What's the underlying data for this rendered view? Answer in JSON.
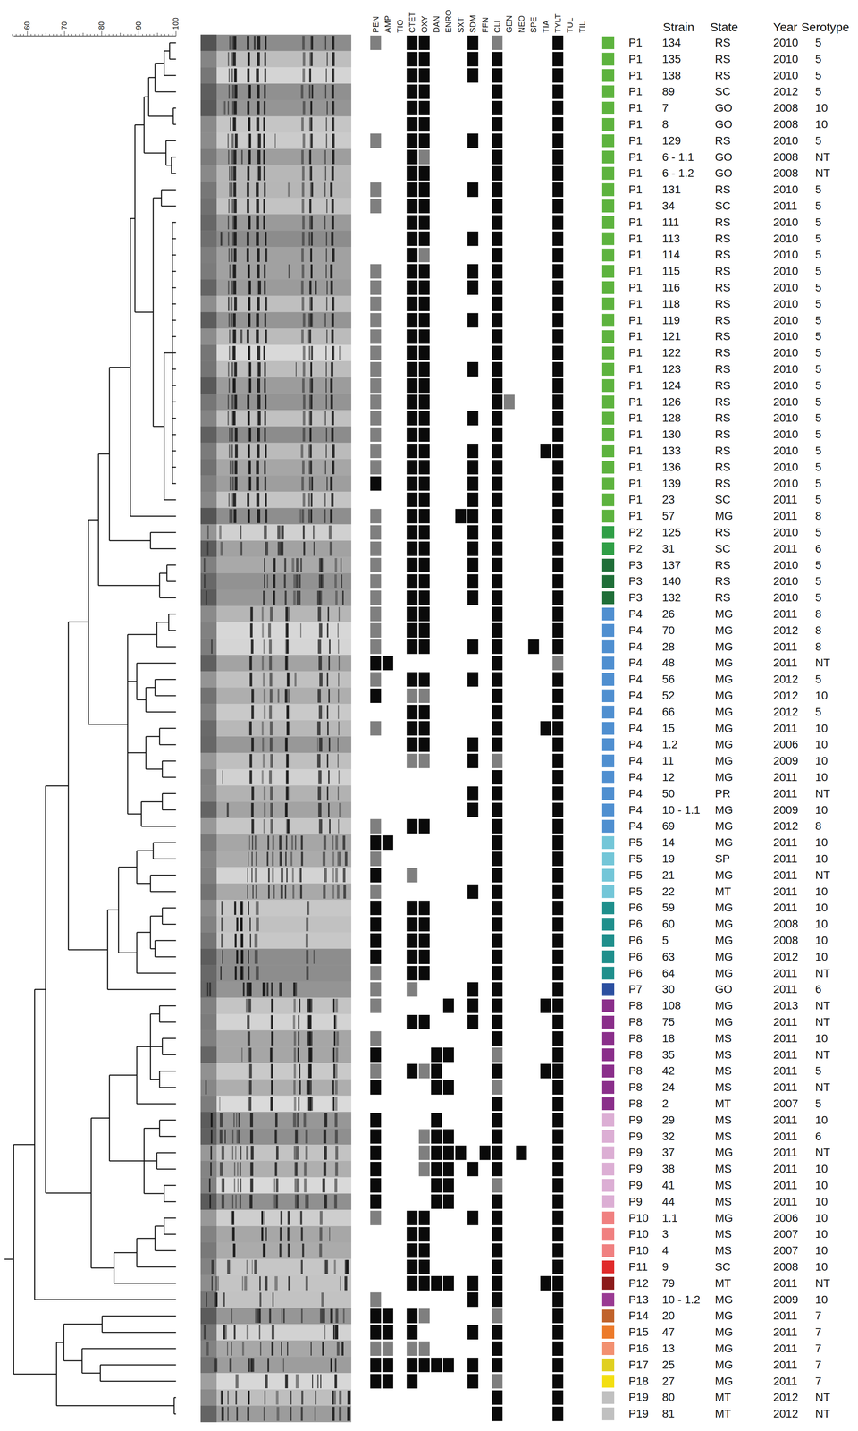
{
  "diagram": {
    "labels": [
      "60",
      "70",
      "80",
      "90",
      "100",
      "PEN",
      "AMP",
      "TIO",
      "CTET",
      "OXY",
      "DAN",
      "ENRO",
      "SXT",
      "SDM",
      "FFN",
      "CLI",
      "GEN",
      "NEO",
      "SPE",
      "TIA",
      "TYLT",
      "TUL",
      "TIL",
      "Strain",
      "State",
      "Year",
      "Serotype",
      "P1",
      "134",
      "RS",
      "2010",
      "5",
      "P1",
      "135",
      "RS",
      "2010",
      "5",
      "P1",
      "138",
      "RS",
      "2010",
      "5",
      "P1",
      "89",
      "SC",
      "2012",
      "5",
      "P1",
      "7",
      "GO",
      "2008",
      "10",
      "P1",
      "8",
      "GO",
      "2008",
      "10",
      "P1",
      "129",
      "RS",
      "2010",
      "5",
      "P1",
      "6 - 1.1",
      "GO",
      "2008",
      "NT",
      "P1",
      "6 - 1.2",
      "GO",
      "2008",
      "NT",
      "P1",
      "131",
      "RS",
      "2010",
      "5",
      "P1",
      "34",
      "SC",
      "2011",
      "5",
      "P1",
      "111",
      "RS",
      "2010",
      "5",
      "P1",
      "113",
      "RS",
      "2010",
      "5",
      "P1",
      "114",
      "RS",
      "2010",
      "5",
      "P1",
      "115",
      "RS",
      "2010",
      "5",
      "P1",
      "116",
      "RS",
      "2010",
      "5",
      "P1",
      "118",
      "RS",
      "2010",
      "5",
      "P1",
      "119",
      "RS",
      "2010",
      "5",
      "P1",
      "121",
      "RS",
      "2010",
      "5",
      "P1",
      "122",
      "RS",
      "2010",
      "5",
      "P1",
      "123",
      "RS",
      "2010",
      "5",
      "P1",
      "124",
      "RS",
      "2010",
      "5",
      "P1",
      "126",
      "RS",
      "2010",
      "5",
      "P1",
      "128",
      "RS",
      "2010",
      "5",
      "P1",
      "130",
      "RS",
      "2010",
      "5",
      "P1",
      "133",
      "RS",
      "2010",
      "5",
      "P1",
      "136",
      "RS",
      "2010",
      "5",
      "P1",
      "139",
      "RS",
      "2010",
      "5",
      "P1",
      "23",
      "SC",
      "2011",
      "5",
      "P1",
      "57",
      "MG",
      "2011",
      "8",
      "P2",
      "125",
      "RS",
      "2010",
      "5",
      "P2",
      "31",
      "SC",
      "2011",
      "6",
      "P3",
      "137",
      "RS",
      "2010",
      "5",
      "P3",
      "140",
      "RS",
      "2010",
      "5",
      "P3",
      "132",
      "RS",
      "2010",
      "5",
      "P4",
      "26",
      "MG",
      "2011",
      "8",
      "P4",
      "70",
      "MG",
      "2012",
      "8",
      "P4",
      "28",
      "MG",
      "2011",
      "8",
      "P4",
      "48",
      "MG",
      "2011",
      "NT",
      "P4",
      "56",
      "MG",
      "2012",
      "5",
      "P4",
      "52",
      "MG",
      "2012",
      "10",
      "P4",
      "66",
      "MG",
      "2012",
      "5",
      "P4",
      "15",
      "MG",
      "2011",
      "10",
      "P4",
      "1.2",
      "MG",
      "2006",
      "10",
      "P4",
      "11",
      "MG",
      "2009",
      "10",
      "P4",
      "12",
      "MG",
      "2011",
      "10",
      "P4",
      "50",
      "PR",
      "2011",
      "NT",
      "P4",
      "10 - 1.1",
      "MG",
      "2009",
      "10",
      "P4",
      "69",
      "MG",
      "2012",
      "8",
      "P5",
      "14",
      "MG",
      "2011",
      "10",
      "P5",
      "19",
      "SP",
      "2011",
      "10",
      "P5",
      "21",
      "MG",
      "2011",
      "NT",
      "P5",
      "22",
      "MT",
      "2011",
      "10",
      "P6",
      "59",
      "MG",
      "2011",
      "10",
      "P6",
      "60",
      "MG",
      "2008",
      "10",
      "P6",
      "5",
      "MG",
      "2008",
      "10",
      "P6",
      "63",
      "MG",
      "2012",
      "10",
      "P6",
      "64",
      "MG",
      "2011",
      "NT",
      "P7",
      "30",
      "GO",
      "2011",
      "6",
      "P8",
      "108",
      "MG",
      "2013",
      "NT",
      "P8",
      "75",
      "MG",
      "2011",
      "NT",
      "P8",
      "18",
      "MS",
      "2011",
      "10",
      "P8",
      "35",
      "MS",
      "2011",
      "NT",
      "P8",
      "42",
      "MS",
      "2011",
      "5",
      "P8",
      "24",
      "MS",
      "2011",
      "NT",
      "P8",
      "2",
      "MT",
      "2007",
      "5",
      "P9",
      "29",
      "MS",
      "2011",
      "10",
      "P9",
      "32",
      "MS",
      "2011",
      "6",
      "P9",
      "37",
      "MG",
      "2011",
      "NT",
      "P9",
      "38",
      "MS",
      "2011",
      "10",
      "P9",
      "41",
      "MS",
      "2011",
      "10",
      "P9",
      "44",
      "MS",
      "2011",
      "10",
      "P10",
      "1.1",
      "MG",
      "2006",
      "10",
      "P10",
      "3",
      "MS",
      "2007",
      "10",
      "P10",
      "4",
      "MS",
      "2007",
      "10",
      "P11",
      "9",
      "SC",
      "2008",
      "10",
      "P12",
      "79",
      "MT",
      "2011",
      "NT",
      "P13",
      "10 - 1.2",
      "MG",
      "2009",
      "10",
      "P14",
      "20",
      "MG",
      "2011",
      "7",
      "P15",
      "47",
      "MG",
      "2011",
      "7",
      "P16",
      "13",
      "MG",
      "2011",
      "7",
      "P17",
      "25",
      "MG",
      "2011",
      "7",
      "P18",
      "27",
      "MG",
      "2011",
      "7",
      "P19",
      "80",
      "MT",
      "2012",
      "NT",
      "P19",
      "81",
      "MT",
      "2012",
      "NT"
    ]
  }
}
